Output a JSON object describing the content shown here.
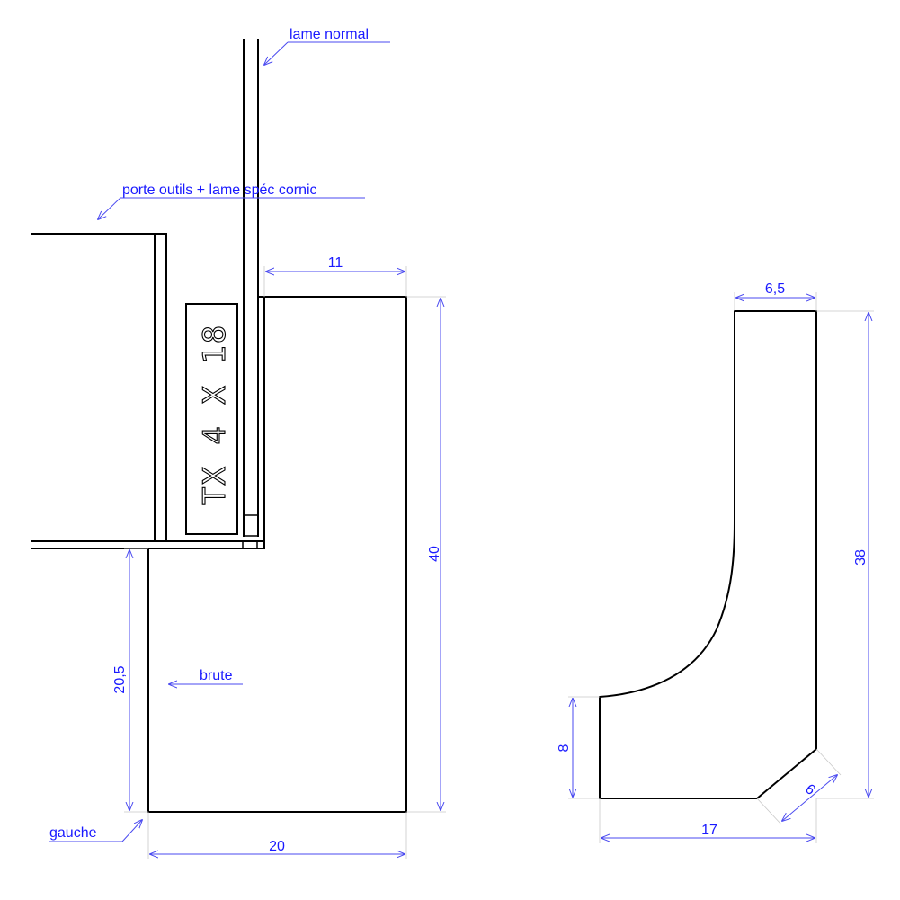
{
  "labels": {
    "lame_normal": "lame normal",
    "porte_outils": "porte outils + lame spéc cornic",
    "brute": "brute",
    "gauche": "gauche",
    "tool_code": "TX 4 X 18"
  },
  "dimensions": {
    "left_width_top": "11",
    "left_height": "40",
    "left_lower_height": "20,5",
    "left_bottom_width": "20",
    "right_top_width": "6,5",
    "right_height": "38",
    "right_left_height": "8",
    "right_bottom_width": "17",
    "right_chamfer": "6"
  },
  "colors": {
    "geometry": "#000000",
    "annotation": "#1a1aff"
  }
}
